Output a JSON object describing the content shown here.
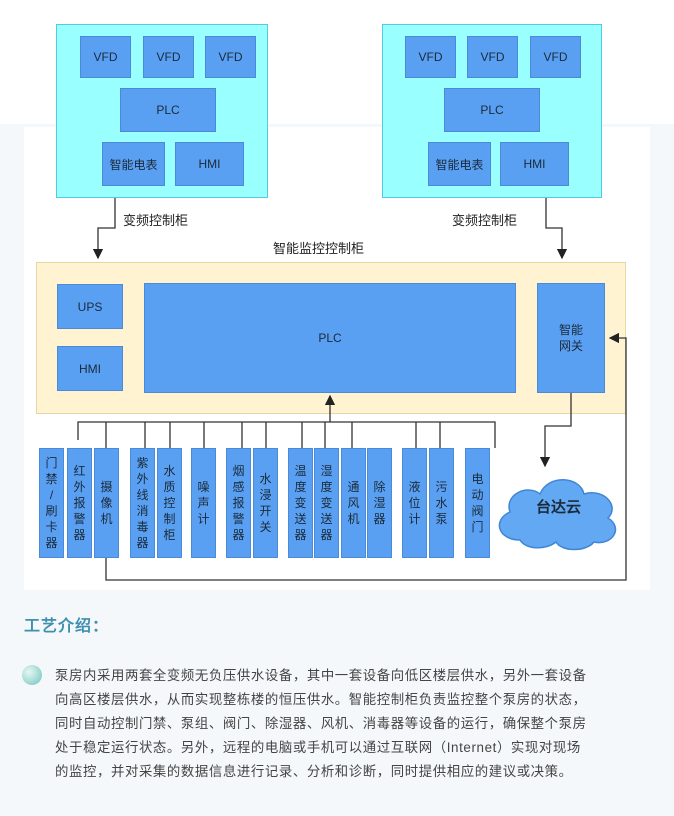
{
  "cabinet_left": {
    "vfd": [
      "VFD",
      "VFD",
      "VFD"
    ],
    "plc": "PLC",
    "meter": "智能电表",
    "hmi": "HMI",
    "caption": "变频控制柜"
  },
  "cabinet_right": {
    "vfd": [
      "VFD",
      "VFD",
      "VFD"
    ],
    "plc": "PLC",
    "meter": "智能电表",
    "hmi": "HMI",
    "caption": "变频控制柜"
  },
  "smart_cabinet": {
    "title": "智能监控控制柜",
    "ups": "UPS",
    "hmi": "HMI",
    "plc": "PLC",
    "gateway": [
      "智能",
      "网关"
    ]
  },
  "devices": [
    [
      "门",
      "禁",
      "/",
      "刷",
      "卡",
      "器"
    ],
    [
      "红",
      "外",
      "报",
      "警",
      "器"
    ],
    [
      "摄",
      "像",
      "机"
    ],
    [
      "紫",
      "外",
      "线",
      "消",
      "毒",
      "器"
    ],
    [
      "水",
      "质",
      "控",
      "制",
      "柜"
    ],
    [
      "噪",
      "声",
      "计"
    ],
    [
      "烟",
      "感",
      "报",
      "警",
      "器"
    ],
    [
      "水",
      "浸",
      "开",
      "关"
    ],
    [
      "温",
      "度",
      "变",
      "送",
      "器"
    ],
    [
      "湿",
      "度",
      "变",
      "送",
      "器"
    ],
    [
      "通",
      "风",
      "机"
    ],
    [
      "除",
      "湿",
      "器"
    ],
    [
      "液",
      "位",
      "计"
    ],
    [
      "污",
      "水",
      "泵"
    ],
    [
      "电",
      "动",
      "阀",
      "门"
    ]
  ],
  "cloud": "台达云",
  "section": {
    "title": "工艺介绍：",
    "lines": [
      "泵房内采用两套全变频无负压供水设备，其中一套设备向低区楼层供水，另外一套设备",
      "向高区楼层供水，从而实现整栋楼的恒压供水。智能控制柜负责监控整个泵房的状态，",
      "同时自动控制门禁、泵组、阀门、除湿器、风机、消毒器等设备的运行，确保整个泵房",
      "处于稳定运行状态。另外，远程的电脑或手机可以通过互联网（Internet）实现对现场",
      "的监控，并对采集的数据信息进行记录、分析和诊断，同时提供相应的建议或决策。"
    ]
  }
}
